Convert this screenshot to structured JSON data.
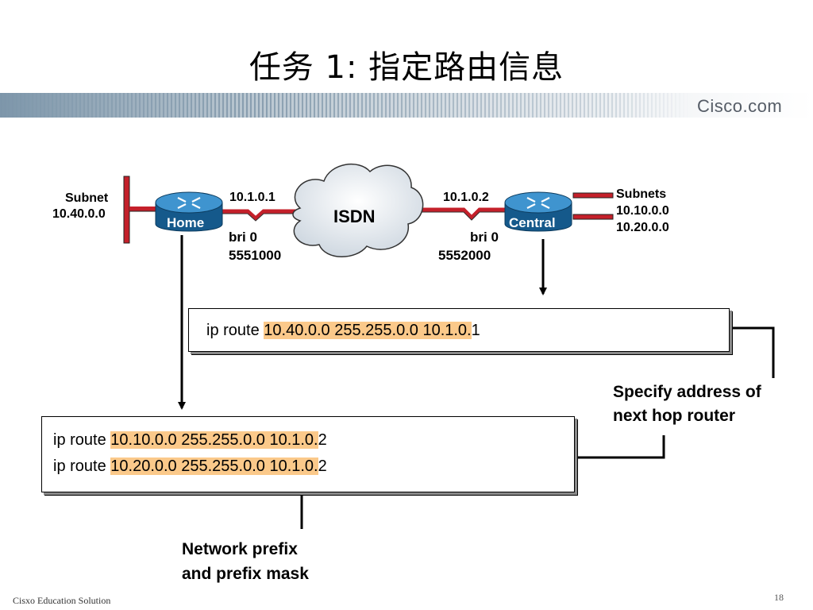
{
  "slide": {
    "title": "任务 1: 指定路由信息",
    "brand": "Cisco.com",
    "footer": "Cisxo Education Solution",
    "page_number": "18"
  },
  "network": {
    "home_subnet_label": "Subnet",
    "home_subnet_value": "10.40.0.0",
    "home_router": "Home",
    "central_router": "Central",
    "cloud_label": "ISDN",
    "home_ip": "10.1.0.1",
    "central_ip": "10.1.0.2",
    "home_iface": "bri 0",
    "home_number": "5551000",
    "central_iface": "bri 0",
    "central_number": "5552000",
    "central_subnets_label": "Subnets",
    "central_subnet_1": "10.10.0.0",
    "central_subnet_2": "10.20.0.0"
  },
  "central_route": {
    "cmd": "ip route ",
    "args": "10.40.0.0 255.255.0.0 10.1.0.",
    "tail": "1"
  },
  "home_routes": [
    {
      "cmd": "ip route ",
      "args": "10.10.0.0 255.255.0.0 10.1.0.",
      "tail": "2"
    },
    {
      "cmd": "ip route ",
      "args": "10.20.0.0 255.255.0.0 10.1.0.",
      "tail": "2"
    }
  ],
  "notes": {
    "next_hop_line1": "Specify address of",
    "next_hop_line2": "next hop router",
    "prefix_line1": "Network prefix",
    "prefix_line2": "and prefix mask"
  },
  "colors": {
    "highlight": "#fbc98a",
    "link": "#c4202a",
    "router": "#1f78b8"
  }
}
